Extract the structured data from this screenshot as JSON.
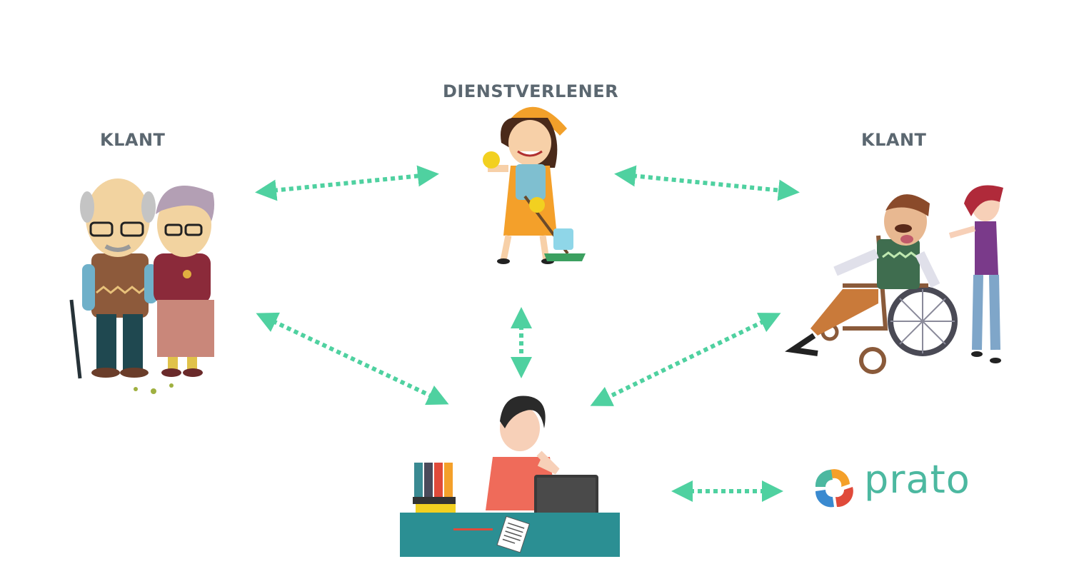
{
  "labels": {
    "left_client": "KLANT",
    "provider": "DIENSTVERLENER",
    "right_client": "KLANT"
  },
  "logo": {
    "text": "prato"
  },
  "colors": {
    "label_text": "#5b6770",
    "arrow": "#4fd1a0",
    "logo_text": "#4cb8a0",
    "desk": "#2b8f93"
  },
  "icons": {
    "elderly_couple": "elderly-couple-illustration",
    "cleaner": "cleaner-woman-illustration",
    "wheelchair": "wheelchair-man-with-caregiver-illustration",
    "office": "office-worker-at-desk-illustration",
    "logo": "prato-logo-icon"
  }
}
